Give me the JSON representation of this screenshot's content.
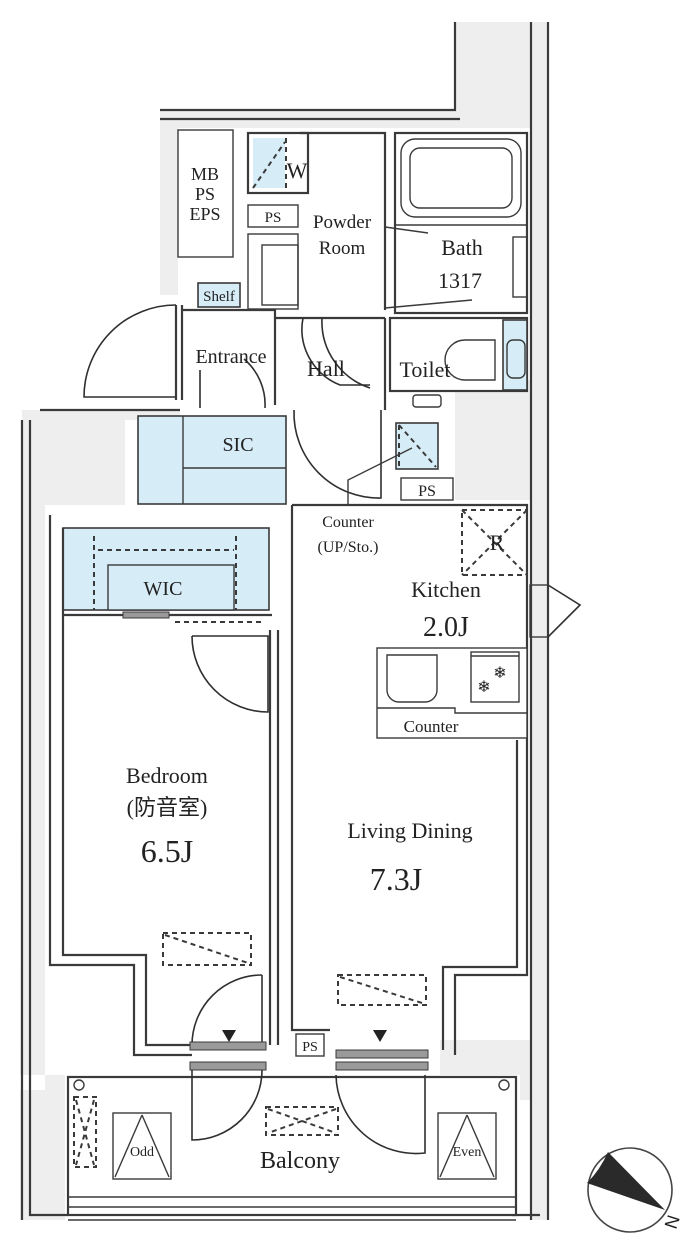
{
  "plan": {
    "rooms": {
      "mb_ps_eps": [
        "MB",
        "PS",
        "EPS"
      ],
      "washer": "W",
      "ps_upper": "PS",
      "powder_room": [
        "Powder",
        "Room"
      ],
      "bath": [
        "Bath",
        "1317"
      ],
      "shelf": "Shelf",
      "entrance": "Entrance",
      "hall": "Hall",
      "toilet": "Toilet",
      "sic": "SIC",
      "ps_kitchen": "PS",
      "counter_up": [
        "Counter",
        "(UP/Sto.)"
      ],
      "refrigerator": "R",
      "kitchen": {
        "name": "Kitchen",
        "size": "2.0J"
      },
      "kitchen_counter": "Counter",
      "wic": "WIC",
      "bedroom": {
        "name": "Bedroom",
        "note": "(防音室)",
        "size": "6.5J"
      },
      "living_dining": {
        "name": "Living Dining",
        "size": "7.3J"
      },
      "ps_balcony": "PS",
      "balcony": "Balcony",
      "odd": "Odd",
      "even": "Even"
    },
    "compass": {
      "label": "N"
    },
    "colors": {
      "wall": "#3a3a3a",
      "wall_fill": "#eeeeee",
      "storage": "#d6ecf7",
      "background": "#ffffff"
    }
  }
}
